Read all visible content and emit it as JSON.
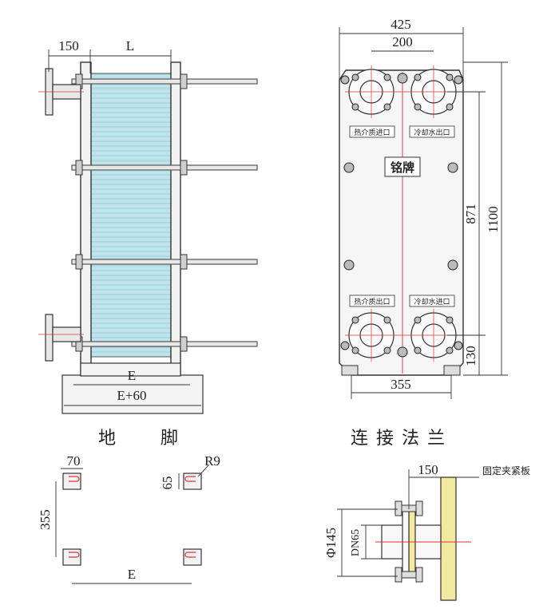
{
  "side_view": {
    "dim_flange": "150",
    "dim_L": "L",
    "dim_E": "E",
    "dim_E60": "E+60"
  },
  "front_view": {
    "dim_width": "425",
    "dim_port_spacing": "200",
    "dim_base": "355",
    "dim_height": "1100",
    "dim_inner": "871",
    "dim_bottom": "130",
    "label_hot_in": "热介质进口",
    "label_cool_out": "冷却水出口",
    "label_hot_out": "热介质出口",
    "label_cool_in": "冷却水进口",
    "nameplate": "铭牌"
  },
  "foot": {
    "title": "地      脚",
    "dim_width": "70",
    "dim_slot": "65",
    "dim_radius": "R9",
    "dim_spacing": "355",
    "dim_E": "E"
  },
  "flange": {
    "title": "连接法兰",
    "dim_offset": "150",
    "dim_diameter": "Φ145",
    "dim_dn": "DN65",
    "plate_label": "固定夹紧板"
  }
}
